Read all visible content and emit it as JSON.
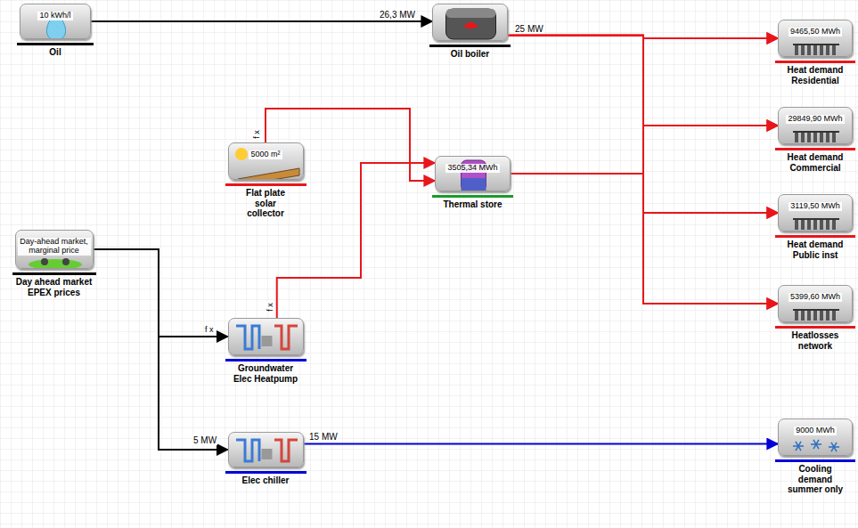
{
  "diagram": {
    "nodes": [
      {
        "text": [
          "10 kWh/l",
          "Oil"
        ]
      },
      {
        "text": [
          "Oil boiler"
        ]
      },
      {
        "text": [
          "9465,50 MWh",
          "Heat demand Residential"
        ]
      },
      {
        "text": [
          "5000 m²",
          "Flat plate solar collector"
        ]
      },
      {
        "text": [
          "3505,34 MWh",
          "Thermal store"
        ]
      },
      {
        "text": [
          "29849,90 MWh",
          "Heat demand Commercial"
        ]
      },
      {
        "text": [
          "Day-ahead market, marginal price",
          "Day ahead market EPEX prices"
        ]
      },
      {
        "text": [
          "3119,50 MWh",
          "Heat demand Public inst"
        ]
      },
      {
        "text": [
          "5399,60 MWh",
          "Heatlosses network"
        ]
      },
      {
        "text": [
          "Groundwater Elec Heatpump"
        ]
      },
      {
        "text": [
          "Elec chiller"
        ]
      },
      {
        "text": [
          "9000 MWh",
          "Cooling demand summer only"
        ]
      }
    ],
    "edges": [
      {
        "from": 0,
        "to": 1,
        "arrow": "to",
        "label": "26,3 MW"
      },
      {
        "from": 1,
        "to": 2,
        "arrow": "to",
        "label": "25 MW"
      },
      {
        "from": 1,
        "to": 5,
        "arrow": "to"
      },
      {
        "from": 1,
        "to": 7,
        "arrow": "to"
      },
      {
        "from": 1,
        "to": 8,
        "arrow": "to"
      },
      {
        "from": 3,
        "to": 4,
        "arrow": "to"
      },
      {
        "from": 9,
        "to": 4,
        "arrow": "to"
      },
      {
        "from": 4,
        "to": 2,
        "arrow": "to"
      },
      {
        "from": 4,
        "to": 5,
        "arrow": "to"
      },
      {
        "from": 4,
        "to": 7,
        "arrow": "to"
      },
      {
        "from": 4,
        "to": 8,
        "arrow": "to"
      },
      {
        "from": 6,
        "to": 9,
        "arrow": "to"
      },
      {
        "from": 6,
        "to": 10,
        "arrow": "to",
        "label": "5 MW"
      },
      {
        "from": 10,
        "to": 11,
        "arrow": "to",
        "label": "15 MW"
      }
    ],
    "labels": [
      "f x",
      "f x",
      "f x"
    ]
  }
}
